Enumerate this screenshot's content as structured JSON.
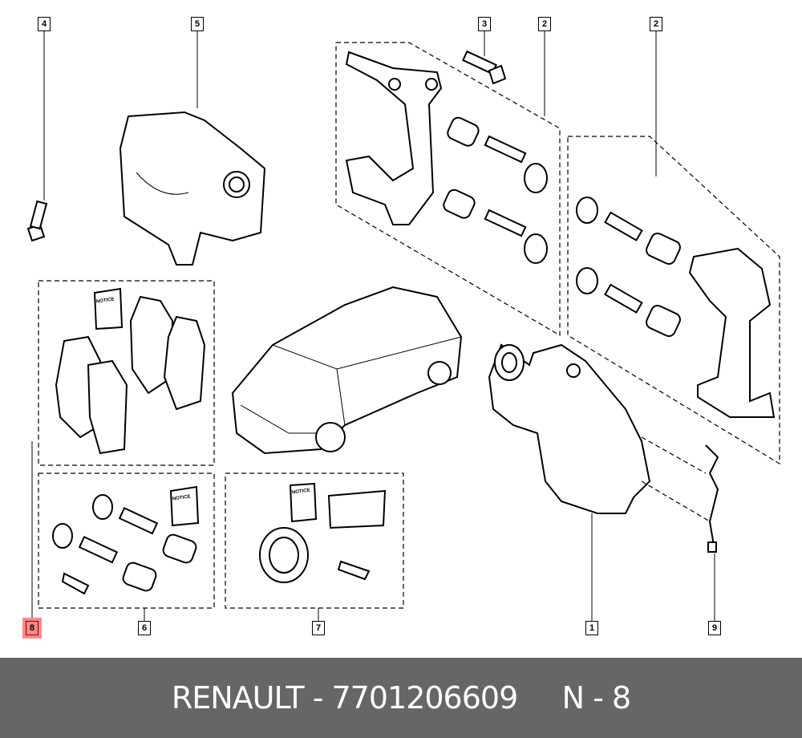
{
  "callouts": [
    {
      "id": "4",
      "label": "4"
    },
    {
      "id": "5",
      "label": "5"
    },
    {
      "id": "3",
      "label": "3"
    },
    {
      "id": "2a",
      "label": "2"
    },
    {
      "id": "2b",
      "label": "2"
    },
    {
      "id": "8",
      "label": "8",
      "highlighted": true
    },
    {
      "id": "6",
      "label": "6"
    },
    {
      "id": "7",
      "label": "7"
    },
    {
      "id": "1",
      "label": "1"
    },
    {
      "id": "9",
      "label": "9"
    }
  ],
  "notice_text": "NOTICE",
  "highlight_color": "#ff8888",
  "footer": {
    "brand_part": "RENAULT - 7701206609",
    "ref": "N - 8"
  }
}
